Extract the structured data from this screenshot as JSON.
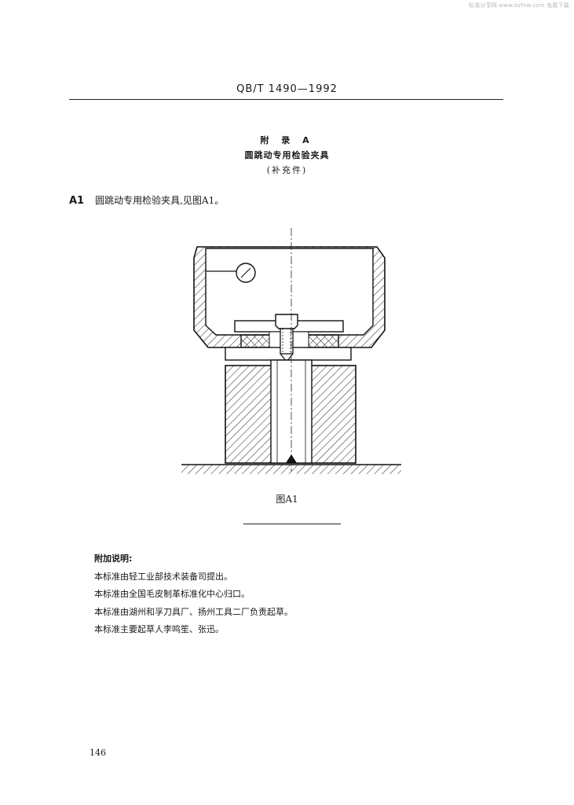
{
  "watermark": "标准分享网 www.bzfxw.com 免费下载",
  "header": {
    "standard_no": "QB/T 1490—1992"
  },
  "appendix": {
    "label": "附 录 A",
    "title": "圆跳动专用检验夹具",
    "note": "(补充件)"
  },
  "clause": {
    "number": "A1",
    "text": "圆跳动专用检验夹具,见图A1。"
  },
  "figure": {
    "caption": "图A1"
  },
  "notes": {
    "title": "附加说明:",
    "lines": [
      "本标准由轻工业部技术装备司提出。",
      "本标准由全国毛皮制革标准化中心归口。",
      "本标准由湖州和孚刀具厂、扬州工具二厂负责起草。",
      "本标准主要起草人李鸣笙、张迅。"
    ]
  },
  "page_number": "146"
}
